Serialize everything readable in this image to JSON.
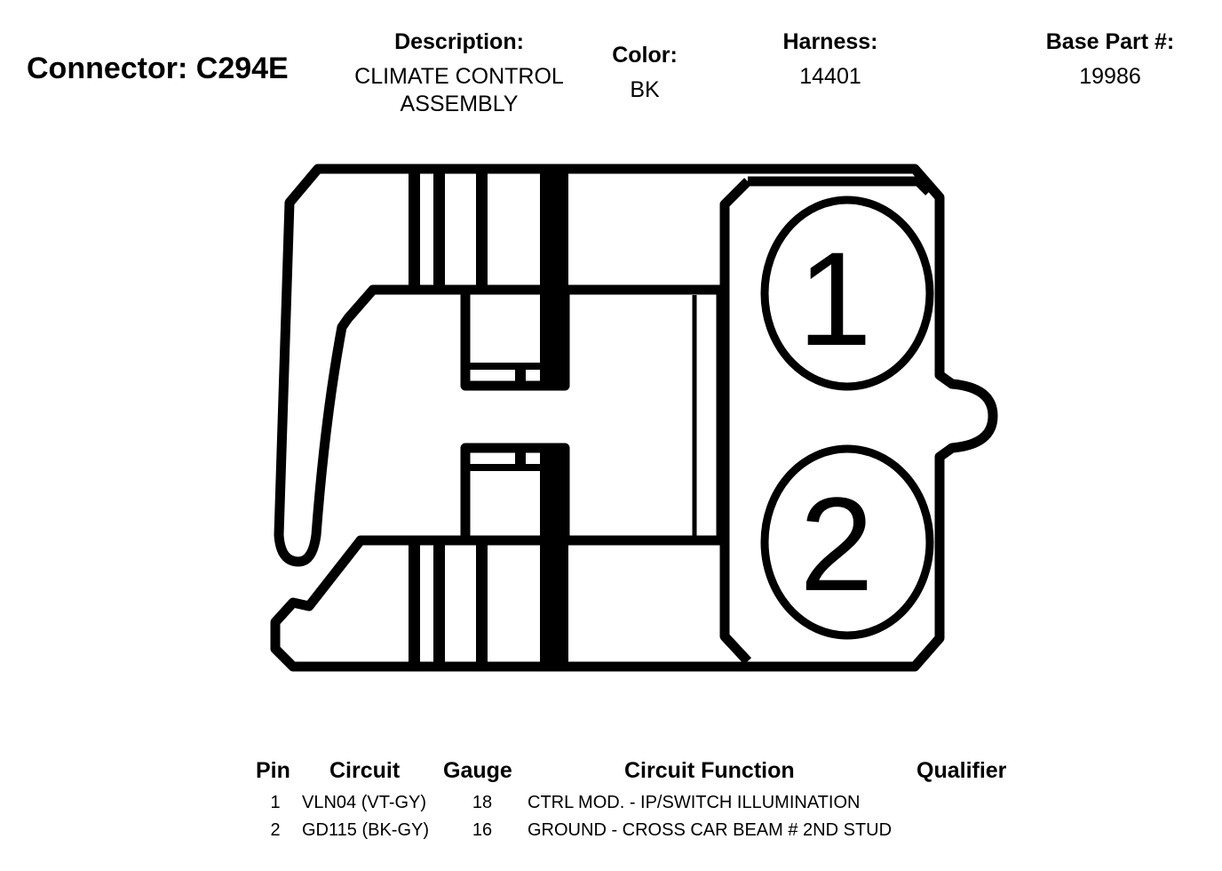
{
  "header": {
    "connector": "Connector: C294E",
    "description_label": "Description:",
    "description_lines": [
      "CLIMATE CONTROL",
      "ASSEMBLY"
    ],
    "color_label": "Color:",
    "color_value": "BK",
    "harness_label": "Harness:",
    "harness_value": "14401",
    "base_part_label": "Base Part #:",
    "base_part_value": "19986"
  },
  "diagram": {
    "pins": [
      "1",
      "2"
    ],
    "stroke_color": "#000000"
  },
  "table": {
    "headers": {
      "pin": "Pin",
      "circuit": "Circuit",
      "gauge": "Gauge",
      "function": "Circuit Function",
      "qualifier": "Qualifier"
    },
    "rows": [
      {
        "pin": "1",
        "circuit": "VLN04 (VT-GY)",
        "gauge": "18",
        "function": "CTRL MOD. - IP/SWITCH ILLUMINATION",
        "qualifier": ""
      },
      {
        "pin": "2",
        "circuit": "GD115 (BK-GY)",
        "gauge": "16",
        "function": "GROUND - CROSS CAR BEAM # 2ND STUD",
        "qualifier": ""
      }
    ]
  }
}
